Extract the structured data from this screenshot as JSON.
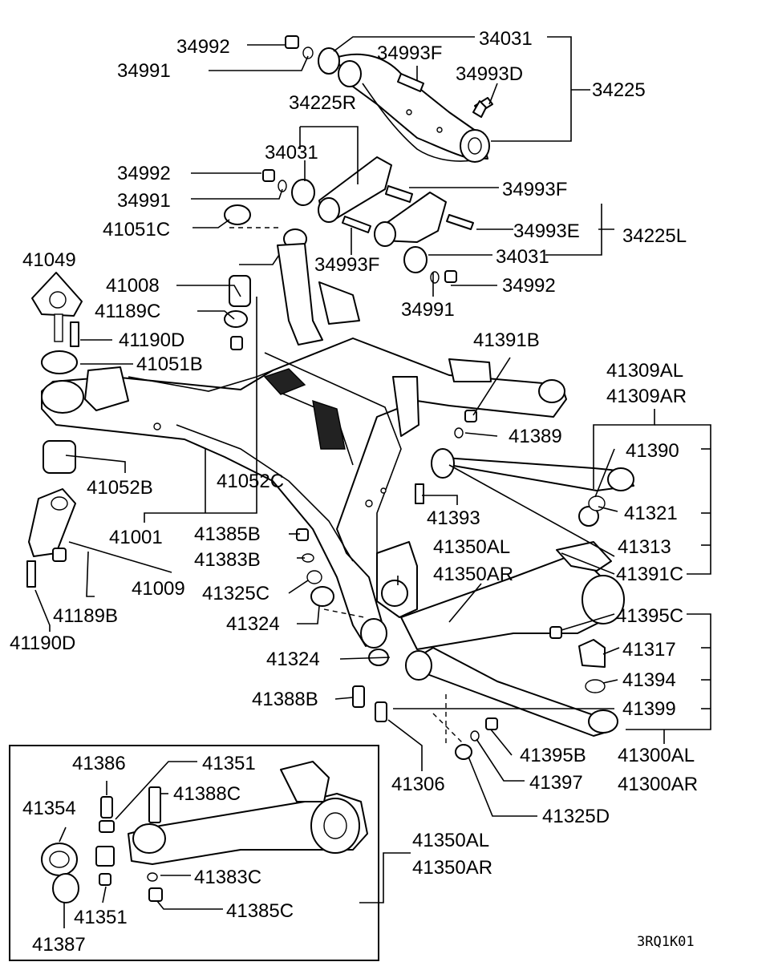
{
  "diagram": {
    "code": "3RQ1K01",
    "parts": [
      {
        "id": "p34992a",
        "text": "34992"
      },
      {
        "id": "p34991a",
        "text": "34991"
      },
      {
        "id": "p34031a",
        "text": "34031"
      },
      {
        "id": "p34993Fa",
        "text": "34993F"
      },
      {
        "id": "p34993D",
        "text": "34993D"
      },
      {
        "id": "p34225",
        "text": "34225"
      },
      {
        "id": "p34225R",
        "text": "34225R"
      },
      {
        "id": "p34031b",
        "text": "34031"
      },
      {
        "id": "p34992b",
        "text": "34992"
      },
      {
        "id": "p34991b",
        "text": "34991"
      },
      {
        "id": "p34993Fb",
        "text": "34993F"
      },
      {
        "id": "p41051C",
        "text": "41051C"
      },
      {
        "id": "p34993E",
        "text": "34993E"
      },
      {
        "id": "p34225L",
        "text": "34225L"
      },
      {
        "id": "p34993Fc",
        "text": "34993F"
      },
      {
        "id": "p34031c",
        "text": "34031"
      },
      {
        "id": "p41049",
        "text": "41049"
      },
      {
        "id": "p41008",
        "text": "41008"
      },
      {
        "id": "p34992c",
        "text": "34992"
      },
      {
        "id": "p41189C",
        "text": "41189C"
      },
      {
        "id": "p34991c",
        "text": "34991"
      },
      {
        "id": "p41190D",
        "text": "41190D"
      },
      {
        "id": "p41391B",
        "text": "41391B"
      },
      {
        "id": "p41051B",
        "text": "41051B"
      },
      {
        "id": "p41309AL",
        "text": "41309AL"
      },
      {
        "id": "p41309AR",
        "text": "41309AR"
      },
      {
        "id": "p41389",
        "text": "41389"
      },
      {
        "id": "p41390",
        "text": "41390"
      },
      {
        "id": "p41052B",
        "text": "41052B"
      },
      {
        "id": "p41052C",
        "text": "41052C"
      },
      {
        "id": "p41393",
        "text": "41393"
      },
      {
        "id": "p41321",
        "text": "41321"
      },
      {
        "id": "p41001",
        "text": "41001"
      },
      {
        "id": "p41385B",
        "text": "41385B"
      },
      {
        "id": "p41350ALa",
        "text": "41350AL"
      },
      {
        "id": "p41313",
        "text": "41313"
      },
      {
        "id": "p41383B",
        "text": "41383B"
      },
      {
        "id": "p41009",
        "text": "41009"
      },
      {
        "id": "p41350ARa",
        "text": "41350AR"
      },
      {
        "id": "p41391C",
        "text": "41391C"
      },
      {
        "id": "p41325C",
        "text": "41325C"
      },
      {
        "id": "p41189B",
        "text": "41189B"
      },
      {
        "id": "p41395C",
        "text": "41395C"
      },
      {
        "id": "p41324a",
        "text": "41324"
      },
      {
        "id": "p41190Db",
        "text": "41190D"
      },
      {
        "id": "p41317",
        "text": "41317"
      },
      {
        "id": "p41324b",
        "text": "41324"
      },
      {
        "id": "p41394",
        "text": "41394"
      },
      {
        "id": "p41388B",
        "text": "41388B"
      },
      {
        "id": "p41399",
        "text": "41399"
      },
      {
        "id": "p41386",
        "text": "41386"
      },
      {
        "id": "p41351a",
        "text": "41351"
      },
      {
        "id": "p41395B",
        "text": "41395B"
      },
      {
        "id": "p41300AL",
        "text": "41300AL"
      },
      {
        "id": "p41306",
        "text": "41306"
      },
      {
        "id": "p41397",
        "text": "41397"
      },
      {
        "id": "p41300AR",
        "text": "41300AR"
      },
      {
        "id": "p41354",
        "text": "41354"
      },
      {
        "id": "p41388C",
        "text": "41388C"
      },
      {
        "id": "p41325D",
        "text": "41325D"
      },
      {
        "id": "p41350ALb",
        "text": "41350AL"
      },
      {
        "id": "p41350ARb",
        "text": "41350AR"
      },
      {
        "id": "p41383C",
        "text": "41383C"
      },
      {
        "id": "p41385C",
        "text": "41385C"
      },
      {
        "id": "p41351b",
        "text": "41351"
      },
      {
        "id": "p41387",
        "text": "41387"
      }
    ]
  }
}
